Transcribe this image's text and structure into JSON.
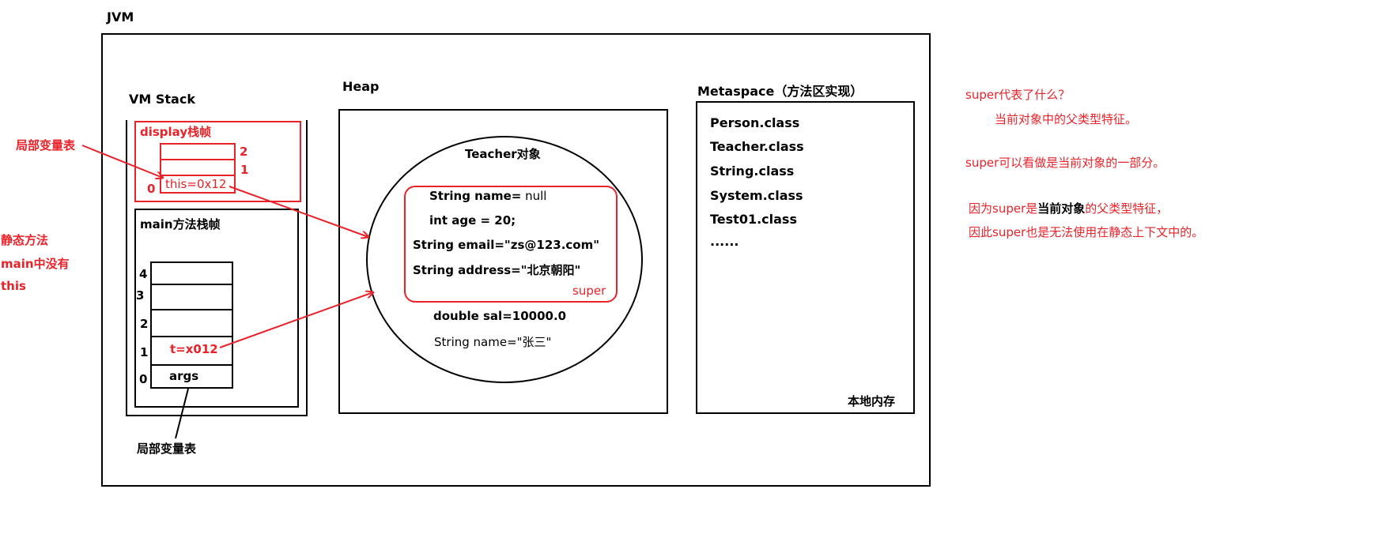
{
  "jvm": {
    "title": "JVM"
  },
  "vm_stack": {
    "title": "VM Stack",
    "display_frame": {
      "title": "display栈帧",
      "slot_numbers": [
        "2",
        "1",
        "0"
      ],
      "slot0_value": "this=0x12"
    },
    "main_frame": {
      "title": "main方法栈帧",
      "slot_numbers": [
        "4",
        "3",
        "2",
        "1",
        "0"
      ],
      "slot1_value": "t=x012",
      "slot0_value": "args"
    },
    "bottom_label": "局部变量表"
  },
  "heap": {
    "title": "Heap",
    "object_title": "Teacher对象",
    "super_fields": [
      {
        "name": "String name=",
        "value": " null"
      },
      {
        "name": "int age = 20;",
        "value": ""
      },
      {
        "name": "String email=\"zs@123.com\"",
        "value": ""
      },
      {
        "name": "String address=\"北京朝阳\"",
        "value": ""
      }
    ],
    "super_label": "super",
    "own_field_bold": "double sal=10000.0",
    "own_field_normal": "String name=\"张三\""
  },
  "metaspace": {
    "title": "Metaspace（方法区实现）",
    "classes": [
      "Person.class",
      "Teacher.class",
      "String.class",
      "System.class",
      "Test01.class",
      "......"
    ],
    "footer": "本地内存"
  },
  "left_notes": {
    "local_var_table": "局部变量表",
    "static_line1": "静态方法",
    "static_line2": "main中没有",
    "static_line3": "this"
  },
  "right_notes": {
    "q": "super代表了什么？",
    "a": "当前对象中的父类型特征。",
    "n1": "super可以看做是当前对象的一部分。",
    "n2_prefix": "因为super是",
    "n2_bold": "当前对象",
    "n2_suffix": "的父类型特征，",
    "n3": "因此super也是无法使用在静态上下文中的。"
  },
  "colors": {
    "accent": "#e8232a",
    "line": "#000000"
  }
}
